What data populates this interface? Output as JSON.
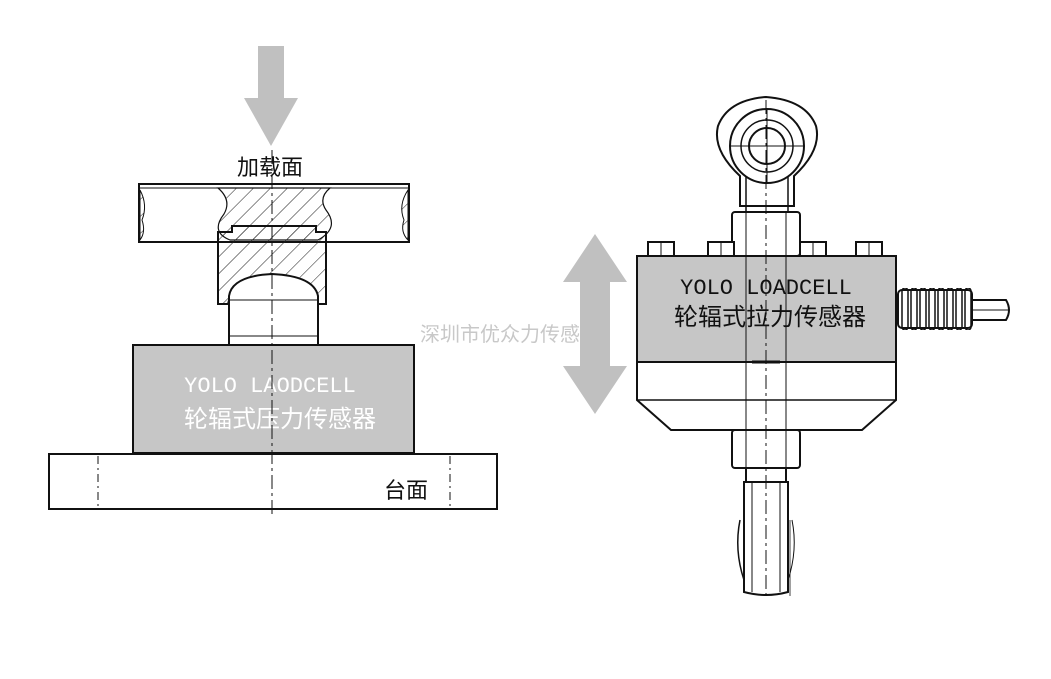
{
  "compression": {
    "load_surface_label": "加载面",
    "brand": "YOLO LAODCELL",
    "product": "轮辐式压力传感器",
    "base_label": "台面"
  },
  "tension": {
    "brand": "YOLO LOADCELL",
    "product": "轮辐式拉力传感器"
  },
  "watermark": "深圳市优众力传感器",
  "colors": {
    "arrow_gray": "#c0c0c0",
    "body_gray": "#c6c6c6",
    "line": "#111111",
    "watermark": "#c8c8c8"
  }
}
